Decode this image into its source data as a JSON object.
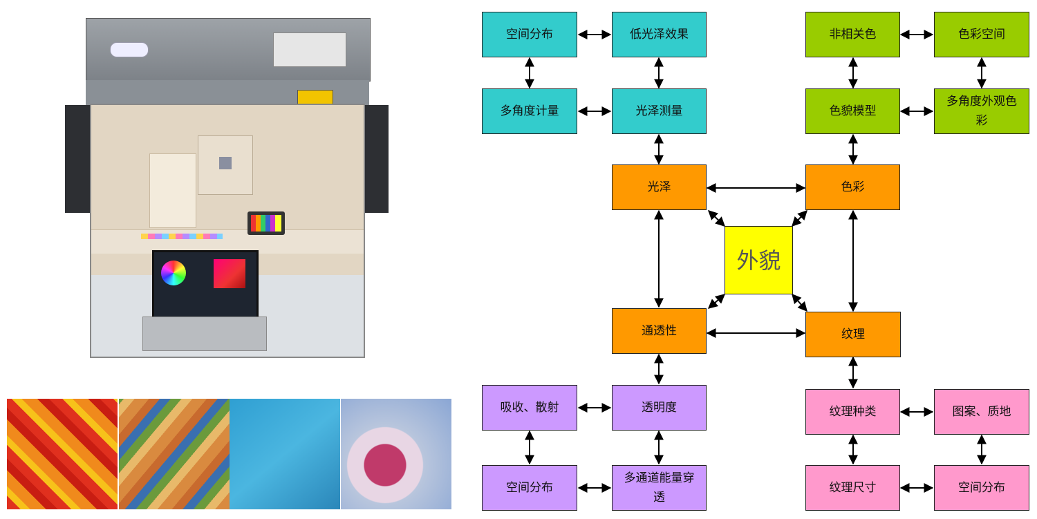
{
  "diagram": {
    "center": "外貌",
    "gloss": {
      "label": "光泽",
      "children": [
        "空间分布",
        "低光泽效果",
        "多角度计量",
        "光泽测量"
      ]
    },
    "color": {
      "label": "色彩",
      "children": [
        "非相关色",
        "色彩空间",
        "色貌模型",
        "多角度外观色彩"
      ]
    },
    "translucency": {
      "label": "通透性",
      "children": [
        "吸收、散射",
        "透明度",
        "空间分布",
        "多通道能量穿透"
      ]
    },
    "texture": {
      "label": "纹理",
      "children": [
        "纹理种类",
        "图案、质地",
        "纹理尺寸",
        "空间分布"
      ]
    }
  },
  "colors": {
    "gloss_children": "#33cccc",
    "color_children": "#99cc00",
    "main": "#ff9900",
    "center": "#ffff00",
    "translucency_children": "#cc99ff",
    "texture_children": "#ff99cc"
  },
  "images": [
    "light-booth-photo",
    "yarn-spools",
    "carpet",
    "fabric",
    "glassware"
  ]
}
